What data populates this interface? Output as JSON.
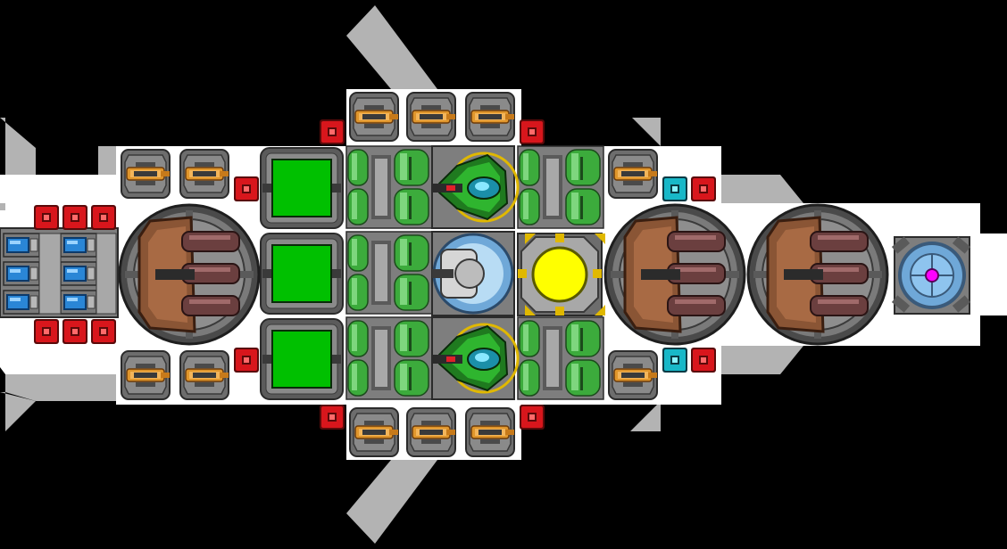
{
  "view": "ship-designer-top-down",
  "colors": {
    "background": "#000000",
    "hull": "#ffffff",
    "armor": "#b3b3b3",
    "tile": "#7e7e7e",
    "tile_dark": "#5a5a5a",
    "outline": "#2b2b2b",
    "cargo": "#00c000",
    "fuel": "#3cab3c",
    "fuel_light": "#7ed67e",
    "brass": "#e0962c",
    "red_block": "#d8161c",
    "cyan_block": "#18b8c8",
    "blue_cell": "#2a86d6",
    "turret_wood": "#8a5535",
    "turret_barrel": "#6b3f3f",
    "core_yellow": "#ffff00",
    "warp_blue": "#6fa8d8",
    "warp_pink": "#ff00ff"
  },
  "components": [
    {
      "kind": "thruster-pod",
      "icon": "thruster-icon",
      "count": 6
    },
    {
      "kind": "blaster",
      "icon": "blaster-icon",
      "count": 12
    },
    {
      "kind": "armor-block",
      "icon": "red-armor-icon",
      "count": 14
    },
    {
      "kind": "shield-block",
      "icon": "cyan-block-icon",
      "count": 2
    },
    {
      "kind": "cargo-bay",
      "icon": "cargo-icon",
      "count": 3
    },
    {
      "kind": "fuel-tank",
      "icon": "fuel-tank-icon",
      "count": 6
    },
    {
      "kind": "laser-turret",
      "icon": "laser-turret-icon",
      "count": 2
    },
    {
      "kind": "cockpit",
      "icon": "cockpit-icon",
      "count": 1
    },
    {
      "kind": "reactor-core",
      "icon": "reactor-icon",
      "count": 1
    },
    {
      "kind": "heavy-cannon-turret",
      "icon": "cannon-turret-icon",
      "count": 3
    },
    {
      "kind": "warp-drive",
      "icon": "warp-drive-icon",
      "count": 1
    }
  ]
}
